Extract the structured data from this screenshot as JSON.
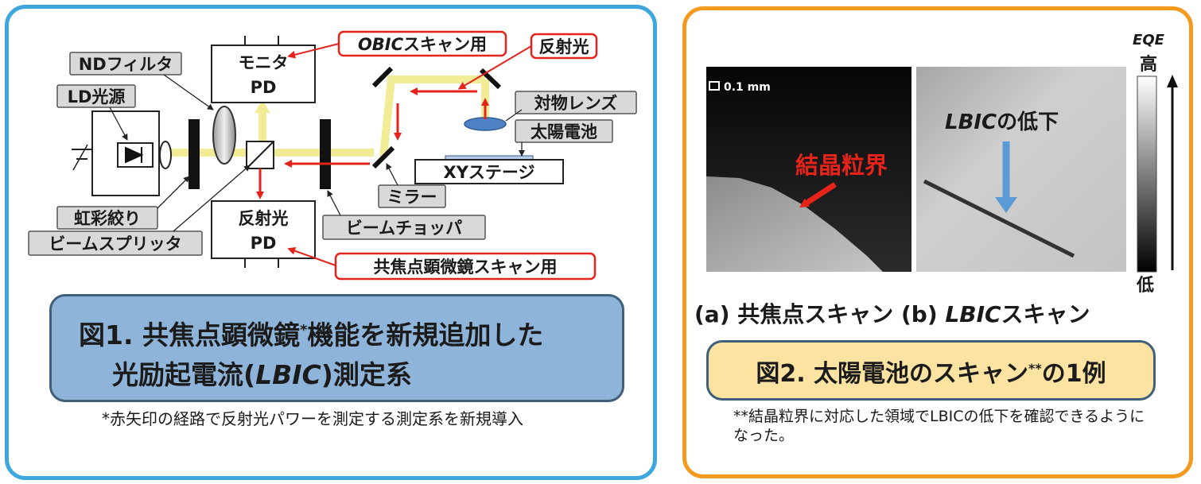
{
  "fig1": {
    "labels": {
      "nd_filter": "NDフィルタ",
      "ld_source": "LD光源",
      "iris": "虹彩絞り",
      "beam_splitter": "ビームスプリッタ",
      "monitor_pd_top": "モニタ",
      "monitor_pd_bottom": "PD",
      "reflect_pd_top": "反射光",
      "reflect_pd_bottom": "PD",
      "obic_scan": "OBICスキャン用",
      "reflected_light": "反射光",
      "objective_lens": "対物レンズ",
      "solar_cell": "太陽電池",
      "xy_stage": "XYステージ",
      "mirror": "ミラー",
      "beam_chopper": "ビームチョッパ",
      "confocal_scan": "共焦点顕微鏡スキャン用"
    },
    "caption_line1_pre": "図1. 共焦点顕微鏡",
    "caption_mark": "*",
    "caption_line1_post": "機能を新規追加した",
    "caption_line2_pre": "光励起電流(",
    "caption_line2_ital": "LBIC",
    "caption_line2_post": ")測定系",
    "note": "*赤矢印の経路で反射光パワーを測定する測定系を新規導入"
  },
  "fig2": {
    "scale_bar": "0.1 mm",
    "grain_boundary": "結晶粒界",
    "lbic_drop": "LBICの低下",
    "eqe_label": "EQE",
    "eqe_high": "高",
    "eqe_low": "低",
    "scan_a": "(a) 共焦点スキャン",
    "scan_b_prefix": "(b) ",
    "scan_b_ital": "LBIC",
    "scan_b_suffix": "スキャン",
    "caption_pre": "図2. 太陽電池のスキャン",
    "caption_mark": "**",
    "caption_post": "の1例",
    "note": "**結晶粒界に対応した領域でLBICの低下を確認できるようになった。"
  },
  "colors": {
    "left_border": "#3da7dd",
    "right_border": "#f39a1f",
    "beam": "#f3ec97",
    "red_arrow": "#e5231b",
    "blue_arrow": "#5b9bd5",
    "label_box": "#d9d9d9"
  }
}
